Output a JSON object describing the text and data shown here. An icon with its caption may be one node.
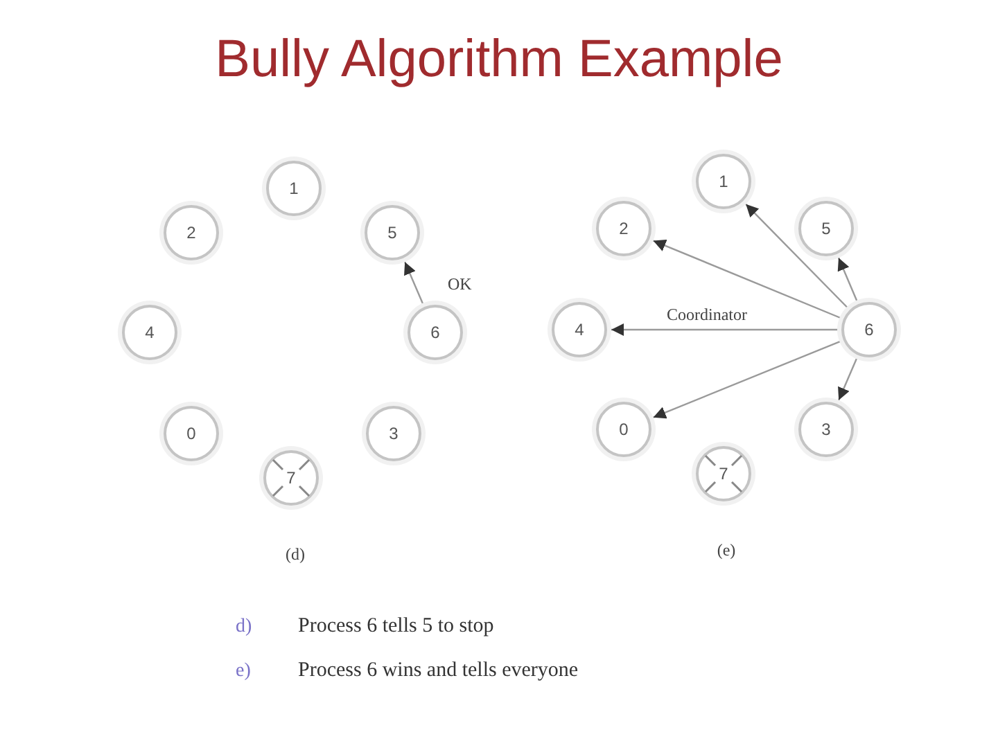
{
  "diagram": {
    "title": "Bully Algorithm Example",
    "nodes": [
      {
        "text": [
          "1"
        ]
      },
      {
        "text": [
          "2"
        ]
      },
      {
        "text": [
          "5"
        ]
      },
      {
        "text": [
          "4"
        ]
      },
      {
        "text": [
          "6"
        ]
      },
      {
        "text": [
          "0"
        ]
      },
      {
        "text": [
          "3"
        ]
      },
      {
        "text": [
          "7"
        ]
      },
      {
        "text": [
          "1"
        ]
      },
      {
        "text": [
          "2"
        ]
      },
      {
        "text": [
          "5"
        ]
      },
      {
        "text": [
          "4"
        ]
      },
      {
        "text": [
          "6"
        ]
      },
      {
        "text": [
          "0"
        ]
      },
      {
        "text": [
          "3"
        ]
      },
      {
        "text": [
          "7"
        ]
      }
    ],
    "edges": [
      {
        "from": 4,
        "to": 2,
        "arrow": "to",
        "label": "OK"
      },
      {
        "from": 12,
        "to": 8,
        "arrow": "to"
      },
      {
        "from": 12,
        "to": 9,
        "arrow": "to"
      },
      {
        "from": 12,
        "to": 10,
        "arrow": "to"
      },
      {
        "from": 12,
        "to": 11,
        "arrow": "to",
        "label": "Coordinator"
      },
      {
        "from": 12,
        "to": 13,
        "arrow": "to"
      },
      {
        "from": 12,
        "to": 14,
        "arrow": "to"
      }
    ],
    "labels": [
      "(d)",
      "(e)",
      "d)",
      "Process 6 tells 5 to stop",
      "e)",
      "Process 6 wins and tells everyone"
    ]
  }
}
